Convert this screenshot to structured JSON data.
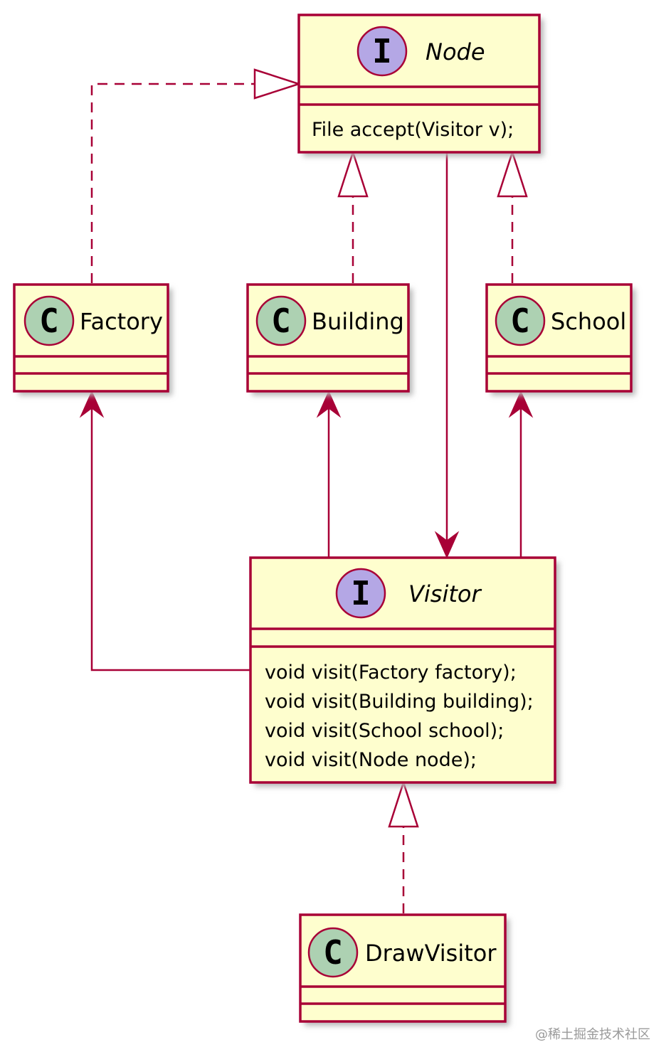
{
  "diagram": {
    "type": "uml-class-diagram",
    "colors": {
      "class_fill": "#fefece",
      "border": "#a80036",
      "class_badge": "#add1b2",
      "interface_badge": "#b4a7e5"
    },
    "nodes": {
      "node": {
        "kind": "interface",
        "badge": "I",
        "name": "Node",
        "methods": [
          "File accept(Visitor v);"
        ]
      },
      "factory": {
        "kind": "class",
        "badge": "C",
        "name": "Factory",
        "methods": []
      },
      "building": {
        "kind": "class",
        "badge": "C",
        "name": "Building",
        "methods": []
      },
      "school": {
        "kind": "class",
        "badge": "C",
        "name": "School",
        "methods": []
      },
      "visitor": {
        "kind": "interface",
        "badge": "I",
        "name": "Visitor",
        "methods": [
          "void visit(Factory factory);",
          "void visit(Building building);",
          "void visit(School school);",
          "void visit(Node node);"
        ]
      },
      "drawvisitor": {
        "kind": "class",
        "badge": "C",
        "name": "DrawVisitor",
        "methods": []
      }
    },
    "edges": [
      {
        "from": "Factory",
        "to": "Node",
        "relation": "realization"
      },
      {
        "from": "Building",
        "to": "Node",
        "relation": "realization"
      },
      {
        "from": "School",
        "to": "Node",
        "relation": "realization"
      },
      {
        "from": "Node",
        "to": "Visitor",
        "relation": "association"
      },
      {
        "from": "Visitor",
        "to": "Factory",
        "relation": "association"
      },
      {
        "from": "Visitor",
        "to": "Building",
        "relation": "association"
      },
      {
        "from": "Visitor",
        "to": "School",
        "relation": "association"
      },
      {
        "from": "DrawVisitor",
        "to": "Visitor",
        "relation": "realization"
      }
    ]
  },
  "watermark": "@稀土掘金技术社区"
}
